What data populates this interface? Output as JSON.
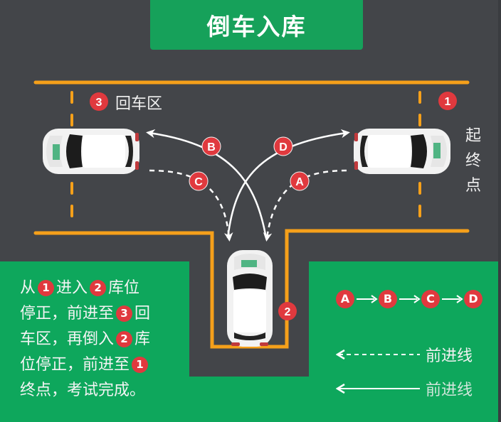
{
  "title": "倒车入库",
  "colors": {
    "road": "#434549",
    "green": "#0ea75c",
    "title_green": "#16a15a",
    "lane_orange": "#f5a01a",
    "badge_red": "#e0393e",
    "text_white": "#f4f4f4"
  },
  "zones": {
    "zone3_badge": "3",
    "zone3_label": "回车区",
    "zone1_badge": "1",
    "zone1_label_chars": [
      "起",
      "终",
      "点"
    ],
    "zone2_badge": "2"
  },
  "path_points": [
    {
      "id": "A",
      "style": "dashed",
      "meaning": "forward"
    },
    {
      "id": "B",
      "style": "solid"
    },
    {
      "id": "C",
      "style": "dashed"
    },
    {
      "id": "D",
      "style": "solid"
    }
  ],
  "description": {
    "line1": {
      "a": "从",
      "b1": "1",
      "b": "进入",
      "b2": "2",
      "c": "库位"
    },
    "line2": {
      "a": "停正，前进至",
      "b3": "3",
      "c": "回"
    },
    "line3": {
      "a": "车区，再倒入",
      "b2": "2",
      "c": "库"
    },
    "line4": {
      "a": "位停正，前进至",
      "b1": "1"
    },
    "line5": {
      "a": "终点，考试完成。"
    }
  },
  "legend": {
    "sequence": [
      "A",
      "B",
      "C",
      "D"
    ],
    "dashed_label": "前进线",
    "solid_label": "前进线"
  }
}
